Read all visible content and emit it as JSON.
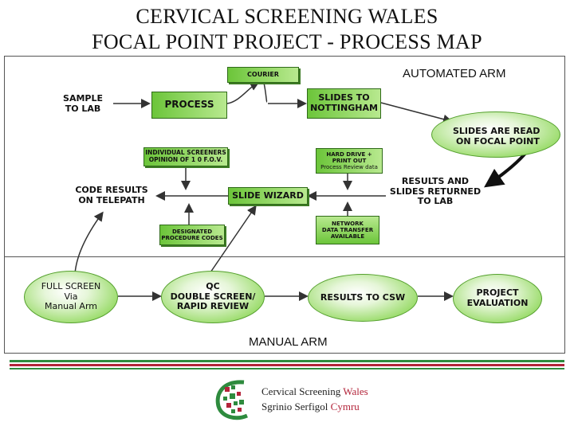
{
  "title_line_1": "CERVICAL SCREENING WALES",
  "title_line_2": "FOCAL POINT PROJECT - PROCESS MAP",
  "automated_arm": "AUTOMATED ARM",
  "manual_arm": "MANUAL ARM",
  "nodes": {
    "courier": "COURIER",
    "sample_to_lab_1": "SAMPLE",
    "sample_to_lab_2": "TO LAB",
    "process": "PROCESS",
    "slides_to_nottingham_1": "SLIDES TO",
    "slides_to_nottingham_2": "NOTTINGHAM",
    "slides_read_1": "SLIDES ARE READ",
    "slides_read_2": "ON FOCAL POINT",
    "individual_screeners_1": "INDIVIDUAL SCREENERS",
    "individual_screeners_2": "OPINION OF 1 0 F.O.V.",
    "hard_drive_1": "HARD DRIVE +",
    "hard_drive_2": "PRINT OUT",
    "hard_drive_3": "Process Review data",
    "code_results_1": "CODE RESULTS",
    "code_results_2": "ON TELEPATH",
    "slide_wizard": "SLIDE WIZARD",
    "results_returned_1": "RESULTS AND",
    "results_returned_2": "SLIDES RETURNED",
    "results_returned_3": "TO LAB",
    "designated_1": "DESIGNATED",
    "designated_2": "PROCEDURE CODES",
    "network_1": "NETWORK",
    "network_2": "DATA TRANSFER",
    "network_3": "AVAILABLE",
    "full_screen_1": "FULL SCREEN",
    "full_screen_2": "Via",
    "full_screen_3": "Manual Arm",
    "qc_1": "QC",
    "qc_2": "DOUBLE SCREEN/",
    "qc_3": "RAPID REVIEW",
    "results_csw": "RESULTS TO CSW",
    "project_eval_1": "PROJECT",
    "project_eval_2": "EVALUATION"
  },
  "logo": {
    "line_1_a": "Cervical Screening",
    "line_1_b": "Wales",
    "line_2_a": "Sgrinio Serfigol",
    "line_2_b": "Cymru"
  },
  "colors": {
    "box_green": "#86d04f",
    "arrow": "#333333",
    "stripe_green": "#2e8b3e",
    "stripe_red": "#b3243a"
  }
}
